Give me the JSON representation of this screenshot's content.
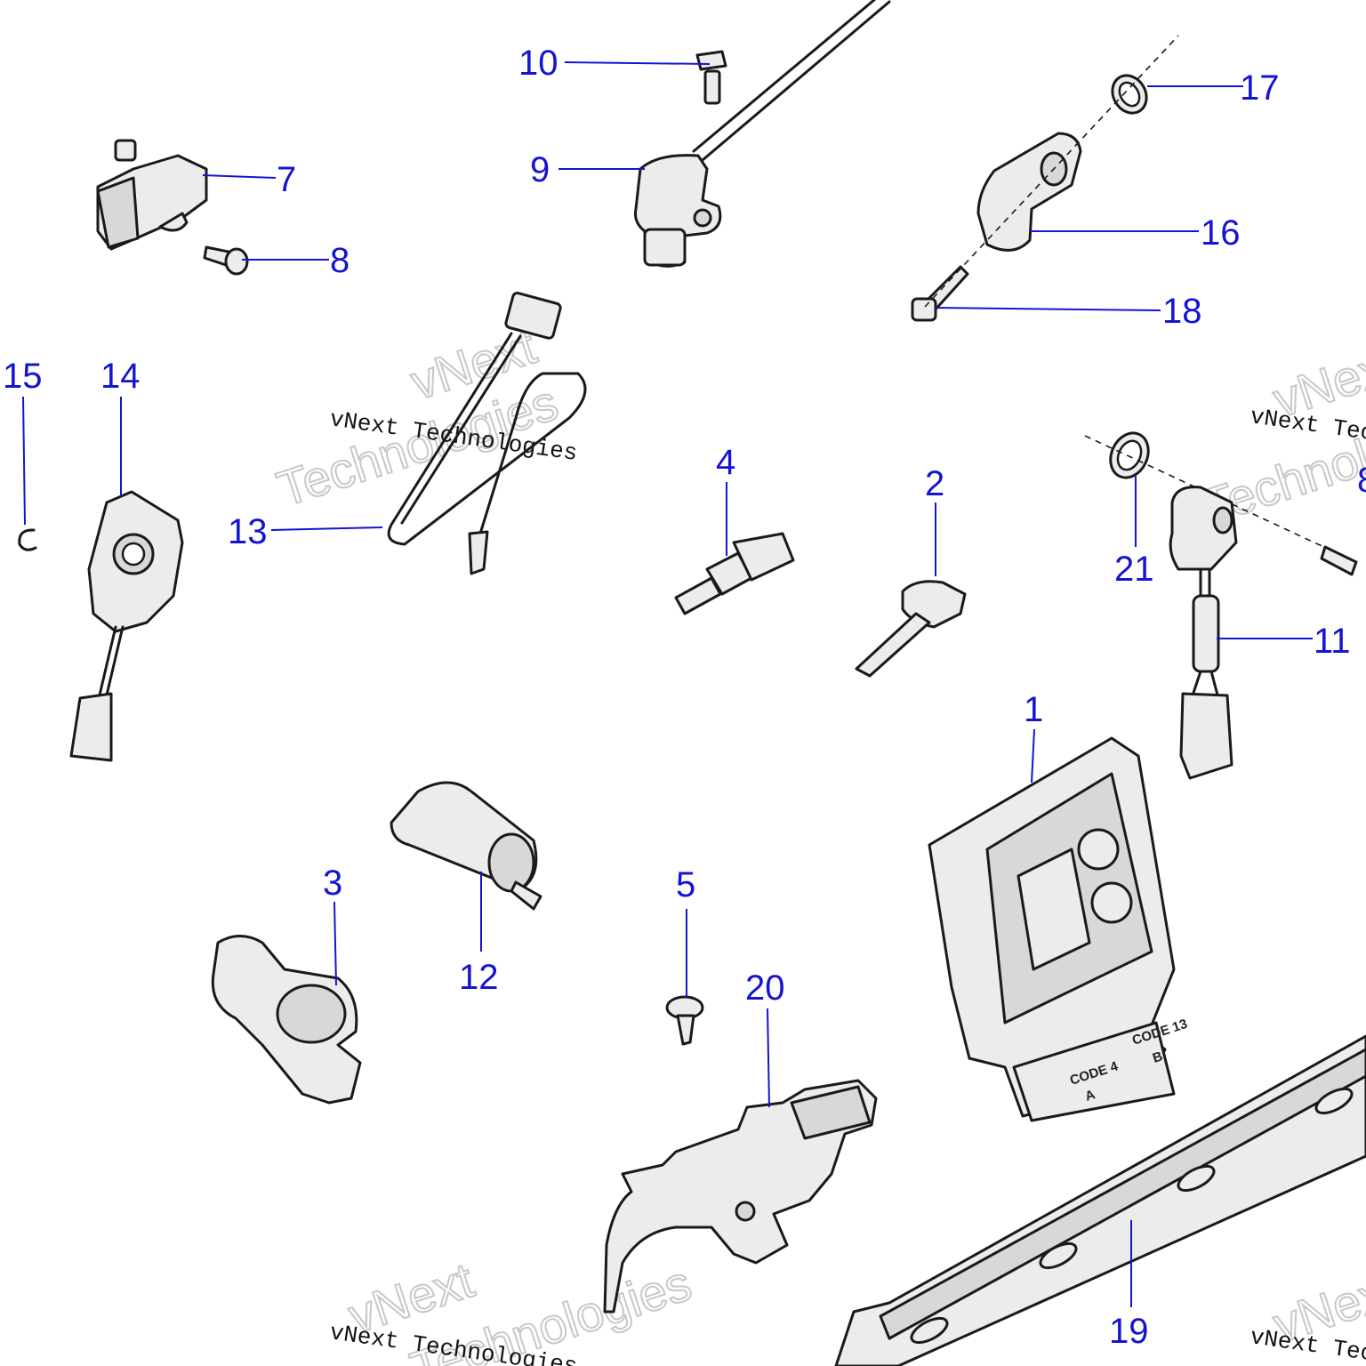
{
  "diagram": {
    "callouts": [
      {
        "id": "1",
        "label": "1"
      },
      {
        "id": "2",
        "label": "2"
      },
      {
        "id": "3",
        "label": "3"
      },
      {
        "id": "4",
        "label": "4"
      },
      {
        "id": "5",
        "label": "5"
      },
      {
        "id": "7",
        "label": "7"
      },
      {
        "id": "8",
        "label": "8"
      },
      {
        "id": "8b",
        "label": "8"
      },
      {
        "id": "9",
        "label": "9"
      },
      {
        "id": "10",
        "label": "10"
      },
      {
        "id": "11",
        "label": "11"
      },
      {
        "id": "12",
        "label": "12"
      },
      {
        "id": "13",
        "label": "13"
      },
      {
        "id": "14",
        "label": "14"
      },
      {
        "id": "15",
        "label": "15"
      },
      {
        "id": "16",
        "label": "16"
      },
      {
        "id": "17",
        "label": "17"
      },
      {
        "id": "18",
        "label": "18"
      },
      {
        "id": "19",
        "label": "19"
      },
      {
        "id": "20",
        "label": "20"
      },
      {
        "id": "21",
        "label": "21"
      }
    ],
    "ecu_labels": {
      "code_a": "CODE 4",
      "letter_a": "A",
      "code_b": "CODE 13",
      "letter_b": "B"
    }
  },
  "watermark": {
    "big_line1": "vNext",
    "big_line2": "Technologies",
    "small": "vNext Technologies"
  },
  "colors": {
    "callout": "#1414d2",
    "line_art": "#1a1a1a",
    "part_fill": "#ececec"
  }
}
